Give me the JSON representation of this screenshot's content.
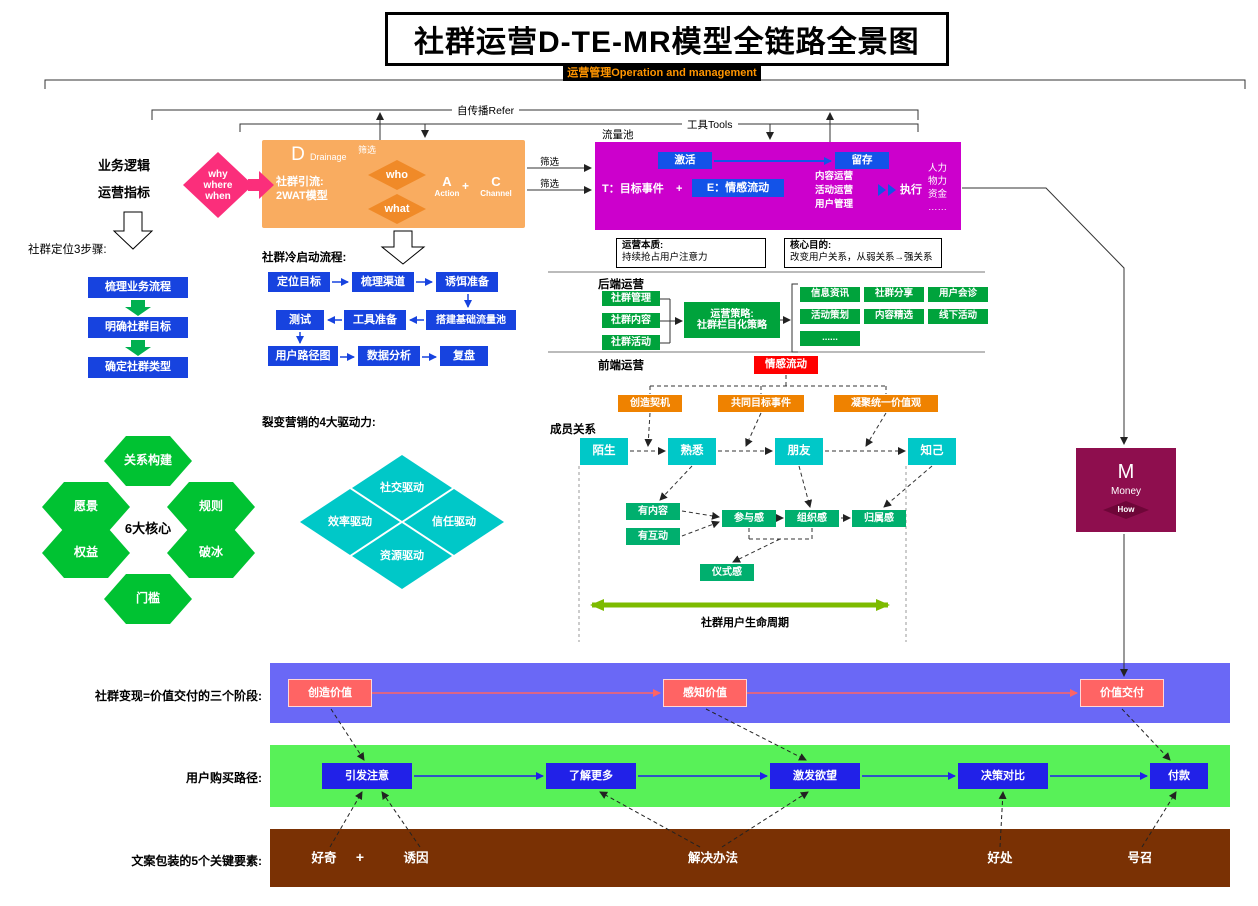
{
  "title": "社群运营D-TE-MR模型全链路全景图",
  "top": {
    "management": "运营管理Operation and management",
    "refer": "自传播Refer",
    "tools": "工具Tools"
  },
  "left": {
    "biz_logic": "业务逻辑",
    "ops_metrics": "运营指标",
    "why": "why",
    "where": "where",
    "when": "when",
    "positioning_title": "社群定位3步骤:",
    "positioning_steps": [
      "梳理业务流程",
      "明确社群目标",
      "确定社群类型"
    ],
    "core_center": "6大核心",
    "hexagons": [
      "关系构建",
      "愿景",
      "规则",
      "权益",
      "破冰",
      "门槛"
    ]
  },
  "drainage": {
    "letter": "D",
    "word": "Drainage",
    "filter": "筛选",
    "line1": "社群引流:",
    "line2": "2WAT模型",
    "who": "who",
    "what": "what",
    "a": "A",
    "action": "Action",
    "plus": "+",
    "c": "C",
    "channel": "Channel"
  },
  "to_pool": {
    "filter_top": "筛选",
    "filter_bottom": "筛选"
  },
  "pool": {
    "label": "流量池",
    "activate": "激活",
    "retain": "留存",
    "t": "T：目标事件",
    "plus": "+",
    "e": "E：情感流动",
    "ops": [
      "内容运营",
      "活动运营",
      "用户管理"
    ],
    "execute": "执行",
    "resources": [
      "人力",
      "物力",
      "资金",
      "……"
    ]
  },
  "notes": {
    "essence_title": "运营本质:",
    "essence_body": "持续抢占用户注意力",
    "purpose_title": "核心目的:",
    "purpose_body": "改变用户关系，从弱关系→强关系"
  },
  "cold_start": {
    "title": "社群冷启动流程:",
    "r1": [
      "定位目标",
      "梳理渠道",
      "诱饵准备"
    ],
    "r2": [
      "测试",
      "工具准备",
      "搭建基础流量池"
    ],
    "r3": [
      "用户路径图",
      "数据分析",
      "复盘"
    ]
  },
  "fission": {
    "title": "裂变营销的4大驱动力:",
    "items": [
      "社交驱动",
      "效率驱动",
      "信任驱动",
      "资源驱动"
    ]
  },
  "backend": {
    "title": "后端运营",
    "inputs": [
      "社群管理",
      "社群内容",
      "社群活动"
    ],
    "strategy1": "运营策略:",
    "strategy2": "社群栏目化策略",
    "outputs": [
      "信息资讯",
      "社群分享",
      "用户会诊",
      "活动策划",
      "内容精选",
      "线下活动",
      "......"
    ]
  },
  "frontend": {
    "title": "前端运营",
    "emotion": "情感流动",
    "triggers": [
      "创造契机",
      "共同目标事件",
      "凝聚统一价值观"
    ],
    "members_label": "成员关系",
    "stages": [
      "陌生",
      "熟悉",
      "朋友",
      "知己"
    ],
    "has": [
      "有内容",
      "有互动"
    ],
    "senses": [
      "参与感",
      "组织感",
      "归属感"
    ],
    "ritual": "仪式感",
    "lifecycle": "社群用户生命周期"
  },
  "money": {
    "letter": "M",
    "word": "Money",
    "how": "How"
  },
  "monetize": {
    "label": "社群变现=价值交付的三个阶段:",
    "stages": [
      "创造价值",
      "感知价值",
      "价值交付"
    ]
  },
  "purchase": {
    "label": "用户购买路径:",
    "steps": [
      "引发注意",
      "了解更多",
      "激发欲望",
      "决策对比",
      "付款"
    ]
  },
  "copy": {
    "label": "文案包装的5个关键要素:",
    "items": [
      "好奇",
      "+",
      "诱因",
      "解决办法",
      "好处",
      "号召"
    ]
  }
}
